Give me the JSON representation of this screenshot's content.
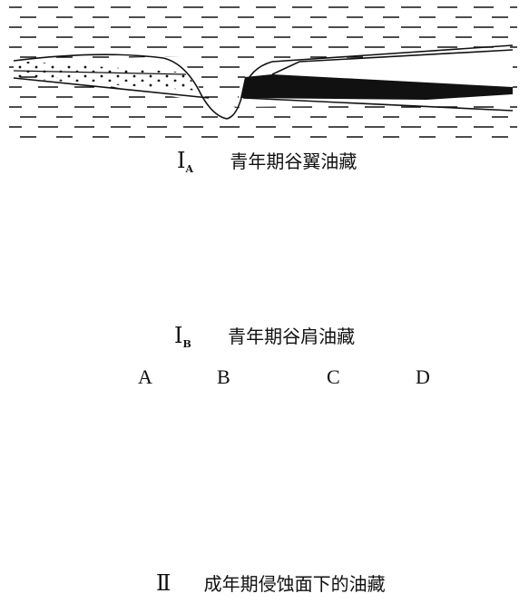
{
  "figure": {
    "panel_ia": {
      "caption_roman": "I",
      "caption_sub": "A",
      "caption_text": "青年期谷翼油藏"
    },
    "panel_ib": {
      "caption_roman": "I",
      "caption_sub": "B",
      "caption_text": "青年期谷肩油藏"
    },
    "panel_ii": {
      "caption_roman": "Ⅱ",
      "caption_text": "成年期侵蚀面下的油藏",
      "well_labels": [
        "A",
        "B",
        "C",
        "D"
      ]
    }
  },
  "colors": {
    "ink": "#111111",
    "background": "#ffffff"
  }
}
